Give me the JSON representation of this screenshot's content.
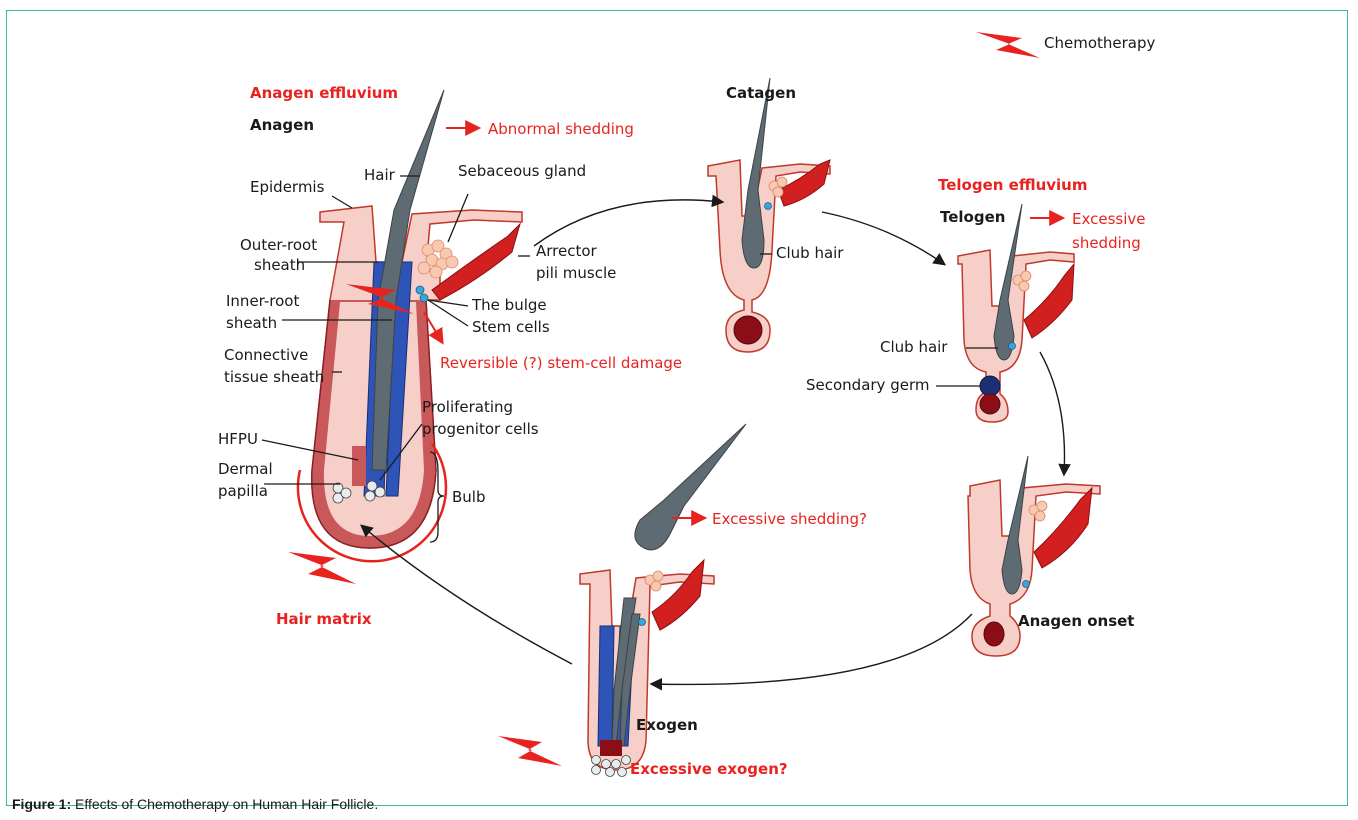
{
  "legend": {
    "chemotherapy": "Chemotherapy"
  },
  "anagen": {
    "effluvium": "Anagen effluvium",
    "title": "Anagen",
    "abnormal_shedding": "Abnormal shedding",
    "hair": "Hair",
    "sebaceous_gland": "Sebaceous gland",
    "epidermis": "Epidermis",
    "outer_root_1": "Outer-root",
    "outer_root_2": "sheath",
    "arrector_1": "Arrector",
    "arrector_2": "pili muscle",
    "inner_root_1": "Inner-root",
    "inner_root_2": "sheath",
    "bulge": "The bulge",
    "stem_cells": "Stem cells",
    "connective_1": "Connective",
    "connective_2": "tissue sheath",
    "stem_damage": "Reversible (?) stem-cell damage",
    "proliferating_1": "Proliferating",
    "proliferating_2": "progenitor cells",
    "hfpu": "HFPU",
    "dermal_1": "Dermal",
    "dermal_2": "papilla",
    "bulb": "Bulb",
    "hair_matrix": "Hair matrix"
  },
  "catagen": {
    "title": "Catagen",
    "club_hair": "Club hair"
  },
  "telogen": {
    "effluvium": "Telogen effluvium",
    "title": "Telogen",
    "excessive_1": "Excessive",
    "excessive_2": "shedding",
    "club_hair": "Club hair",
    "secondary_germ": "Secondary germ"
  },
  "anagen_onset": {
    "title": "Anagen onset"
  },
  "exogen": {
    "title": "Exogen",
    "excessive_shedding": "Excessive shedding?",
    "excessive_exogen": "Excessive exogen?"
  },
  "caption": {
    "label": "Figure 1:",
    "text": " Effects of Chemotherapy on Human Hair Follicle."
  },
  "colors": {
    "accent_red": "#e8231f",
    "frame": "#3bb9a6",
    "skin": "#f6cfc8",
    "hair": "#5f6b73",
    "sheath": "#2f54b8",
    "bulb": "#8b0d16"
  }
}
